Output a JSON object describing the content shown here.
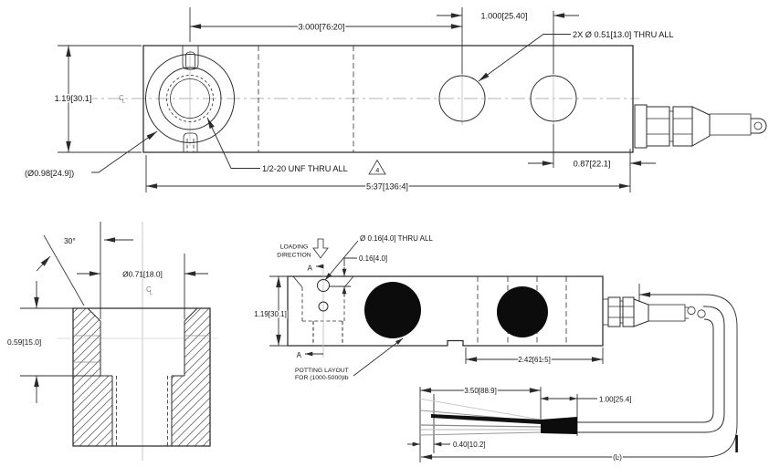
{
  "colors": {
    "line": "#2b2b2b",
    "centerline": "#b3b3b3",
    "black_fill": "#0c0c0c",
    "gland_gray": "#8f8f8f"
  },
  "top_view": {
    "dim_height": "1.19[30.1]",
    "dim_boss_to_hole": "3.000[76.20]",
    "dim_hole_pitch": "1.000[25.40]",
    "note_thru_holes": "2X Ø 0.51[13.0] THRU ALL",
    "note_boss_dia": "(Ø0.98[24.9])",
    "note_thread": "1/2-20 UNF THRU ALL",
    "flag_number": "4",
    "dim_total_length": "5.37[136.4]",
    "dim_end_offset": "0.87[22.1]"
  },
  "counterbore_view": {
    "dim_chamfer_angle": "30°",
    "dim_bore_dia": "Ø0.71[18.0]",
    "dim_bore_depth": "0.59[15.0]"
  },
  "side_view": {
    "loading_line1": "LOADING",
    "loading_line2": "DIRECTION",
    "note_small_holes": "Ø 0.16[4.0] THRU ALL",
    "dim_hole_offset": "0.16[4.0]",
    "dim_height": "1.19[30.1]",
    "section_label": "A",
    "potting_line1": "POTTING LAYOUT",
    "potting_line2": "FOR (1000-5000)lb",
    "dim_flat_to_end": "2.42[61.5]"
  },
  "cable_view": {
    "dim_strip_length": "3.50[88.9]",
    "dim_sleeve": "1.00[25.4]",
    "dim_jacket": "0.40[10.2]",
    "dim_total": "(L)"
  },
  "symbols": {
    "centerline_c": "C",
    "centerline_l": "L"
  }
}
